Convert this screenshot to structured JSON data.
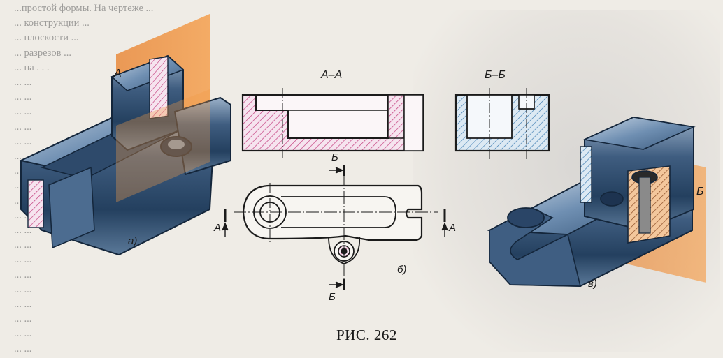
{
  "caption": "РИС. 262",
  "labels": {
    "plane_a": "A",
    "figure_a": "а)",
    "section_aa": "А–А",
    "section_bb": "Б–Б",
    "cut_b_top": "Б",
    "cut_a_left": "А",
    "cut_a_right": "А",
    "figure_b": "б)",
    "cut_b_bottom": "Б",
    "plane_b": "Б",
    "figure_v": "в)"
  },
  "bleed_text": [
    "...простой формы. На чертеже ...",
    "... конструкции ...",
    "... плоскости ...",
    "... разрезов ...",
    "... на . . .",
    "... ...",
    "... ...",
    "... ...",
    "... ...",
    "... ...",
    "... ...",
    "... ...",
    "... ...",
    "... ...",
    "... ...",
    "... ...",
    "... ...",
    "... ...",
    "... ...",
    "... ...",
    "... ...",
    "... ...",
    "... ...",
    "... ..."
  ]
}
